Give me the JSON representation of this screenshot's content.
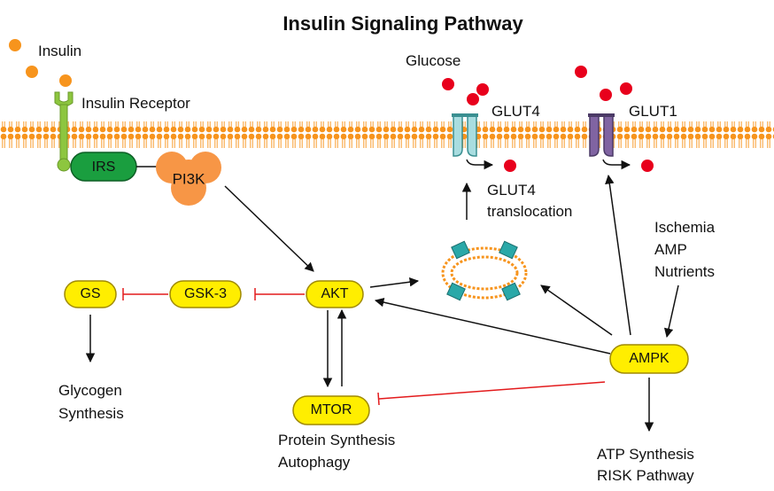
{
  "title": "Insulin Signaling Pathway",
  "labels": {
    "insulin": "Insulin",
    "insulin_receptor": "Insulin Receptor",
    "glucose": "Glucose",
    "glut4": "GLUT4",
    "glut1": "GLUT1",
    "glut4_translocation_1": "GLUT4",
    "glut4_translocation_2": "translocation",
    "stimuli_1": "Ischemia",
    "stimuli_2": "AMP",
    "stimuli_3": "Nutrients",
    "glycogen_1": "Glycogen",
    "glycogen_2": "Synthesis",
    "protein_1": "Protein Synthesis",
    "protein_2": "Autophagy",
    "atp_1": "ATP Synthesis",
    "atp_2": "RISK Pathway"
  },
  "nodes": {
    "irs": "IRS",
    "pi3k": "PI3K",
    "gs": "GS",
    "gsk3": "GSK-3",
    "akt": "AKT",
    "mtor": "MTOR",
    "ampk": "AMPK"
  },
  "colors": {
    "insulin_dot": "#f7941d",
    "glucose_dot": "#e8001c",
    "membrane": "#f7941d",
    "receptor": "#8dc63f",
    "irs": "#1a9e3f",
    "pi3k": "#f79646",
    "node_fill": "#ffee00",
    "glut4": "#a9dde0",
    "glut1": "#8064a2",
    "inhibit": "#e31a1c",
    "activate": "#111111"
  }
}
